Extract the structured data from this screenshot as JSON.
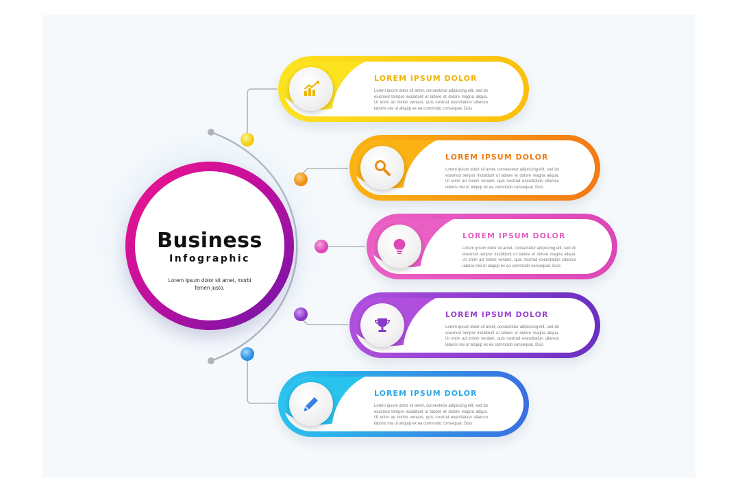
{
  "title": "Business",
  "subtitle": "Infographic",
  "description": "Lorem ipsum dolor sit amet, morbi femen justo.",
  "colors": {
    "main_ring_start": "#f0158a",
    "main_ring_end": "#6b15a8",
    "connector": "#aeb4ba"
  },
  "items": [
    {
      "title": "LOREM IPSUM DOLOR",
      "body": "Lorem ipsum dolor sit amet, consectetur adipiscing elit, sed do eiusmod tempor incididunt ut labore et dolore magna aliqua. Ut enim ad minim veniam, quis nostrud exercitation ullamco laboris nisi ut aliquip ex ea commodo consequat. Duis",
      "icon": "chart-growth-icon",
      "color_start": "#fde21f",
      "color_end": "#fbbf0e",
      "title_color": "#f2b100"
    },
    {
      "title": "LOREM IPSUM DOLOR",
      "body": "Lorem ipsum dolor sit amet, consectetur adipiscing elit, sed do eiusmod tempor incididunt ut labore et dolore magna aliqua. Ut enim ad minim veniam, quis nostrud exercitation ullamco laboris nisi ut aliquip ex ea commodo consequat. Duis",
      "icon": "magnifier-icon",
      "color_start": "#fbb313",
      "color_end": "#f37a16",
      "title_color": "#ef7b10"
    },
    {
      "title": "LOREM IPSUM DOLOR",
      "body": "Lorem ipsum dolor sit amet, consectetur adipiscing elit, sed do eiusmod tempor incididunt ut labore et dolore magna aliqua. Ut enim ad minim veniam, quis nostrud exercitation ullamco laboris nisi ut aliquip ex ea commodo consequat. Duis",
      "icon": "lightbulb-icon",
      "color_start": "#ea5fc4",
      "color_end": "#dc47b8",
      "title_color": "#e461c0"
    },
    {
      "title": "LOREM IPSUM DOLOR",
      "body": "Lorem ipsum dolor sit amet, consectetur adipiscing elit, sed do eiusmod tempor incididunt ut labore et dolore magna aliqua. Ut enim ad minim veniam, quis nostrud exercitation ullamco laboris nisi ut aliquip ex ea commodo consequat. Duis",
      "icon": "trophy-icon",
      "color_start": "#b04fde",
      "color_end": "#6a2fc2",
      "title_color": "#9a43cf"
    },
    {
      "title": "LOREM IPSUM DOLOR",
      "body": "Lorem ipsum dolor sit amet, consectetur adipiscing elit, sed do eiusmod tempor incididunt ut labore et dolore magna aliqua. Ut enim ad minim veniam, quis nostrud exercitation ullamco laboris nisi ut aliquip ex ea commodo consequat. Duis",
      "icon": "pencil-icon",
      "color_start": "#2ac3ee",
      "color_end": "#3a6fe0",
      "title_color": "#2aa7e5"
    }
  ]
}
